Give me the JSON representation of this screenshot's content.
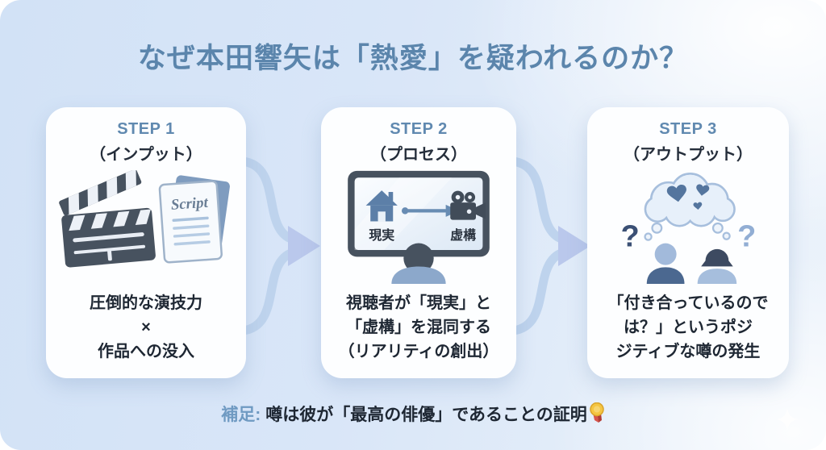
{
  "title": "なぜ本田響矢は「熱愛」を疑われるのか？",
  "steps": [
    {
      "label": "STEP 1",
      "subtitle": "（インプット）",
      "icon": "clapperboard-and-script",
      "script_text": "Script",
      "body": "圧倒的な演技力\n×\n作品への没入"
    },
    {
      "label": "STEP 2",
      "subtitle": "（プロセス）",
      "icon": "viewer-watching-monitor",
      "screen_left_label": "現実",
      "screen_right_label": "虚構",
      "body": "視聴者が「現実」と\n「虚構」を混同する\n（リアリティの創出）"
    },
    {
      "label": "STEP 3",
      "subtitle": "（アウトプット）",
      "icon": "couple-shared-thought-bubble",
      "left_question_mark": "?",
      "right_question_mark": "?",
      "body": "「付き合っているので\nは？」というポジ\nジティブな噂の発生"
    }
  ],
  "footer": {
    "label": "補足:",
    "text": "噂は彼が「最高の俳優」であることの証明",
    "emoji": "🏅"
  },
  "colors": {
    "background_start": "#d2e2f6",
    "background_end": "#ecf3fb",
    "title": "#5b85ac",
    "step_label": "#6089b0",
    "subtitle_text": "#252e3b",
    "body_text": "#1e2733",
    "card_background": "#fdfeff",
    "arrow": "#bed3ed",
    "footer_label": "#6f9ac2",
    "illustration_dark_slate": "#47525f",
    "illustration_steel_blue": "#5c7fa8",
    "illustration_light_blue": "#a2badb",
    "cloud_outline": "#a7bfdd"
  }
}
